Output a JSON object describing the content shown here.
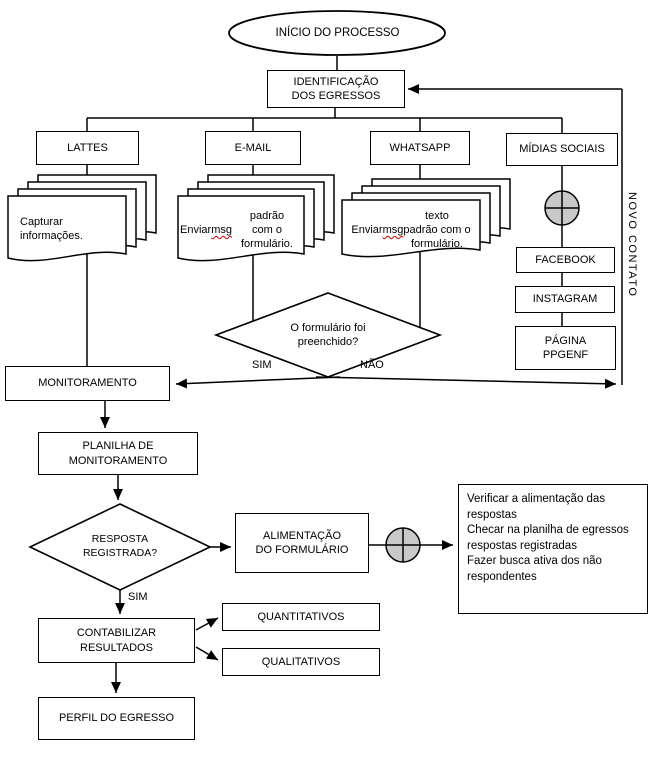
{
  "diagram": {
    "start": "INÍCIO DO PROCESSO",
    "identification": "IDENTIFICAÇÃO\nDOS EGRESSOS",
    "channels": {
      "lattes": "LATTES",
      "email": "E-MAIL",
      "whatsapp": "WHATSAPP",
      "social": "MÍDIAS SOCIAIS"
    },
    "docs": {
      "lattes": "Capturar\ninformações.",
      "email": {
        "pre": "Enviar ",
        "word": "msg",
        "post": " padrão\ncom o formulário."
      },
      "whatsapp": {
        "pre": "Enviar ",
        "word": "msg",
        "post": " texto\npadrão com o\nformulário."
      }
    },
    "social_items": [
      "FACEBOOK",
      "INSTAGRAM",
      "PÁGINA\nPPGENF"
    ],
    "decision1": {
      "label": "O formulário foi\npreenchido?",
      "yes": "SIM",
      "no": "NÃO"
    },
    "monitoring": "MONITORAMENTO",
    "sheet": "PLANILHA DE\nMONITORAMENTO",
    "decision2": {
      "label": "RESPOSTA\nREGISTRADA?",
      "yes": "SIM"
    },
    "feeding": "ALIMENTAÇÃO\nDO FORMULÁRIO",
    "notes": [
      "Verificar a alimentação das respostas",
      "Checar na planilha de egressos respostas registradas",
      "Fazer busca ativa dos não respondentes"
    ],
    "count": "CONTABILIZAR\nRESULTADOS",
    "quantitative": "QUANTITATIVOS",
    "qualitative": "QUALITATIVOS",
    "profile": "PERFIL DO EGRESSO",
    "loop_label": "NOVO CONTATO",
    "colors": {
      "stroke": "#000000",
      "sphere": "#c9c9c9",
      "misspell": "#d00000"
    }
  }
}
